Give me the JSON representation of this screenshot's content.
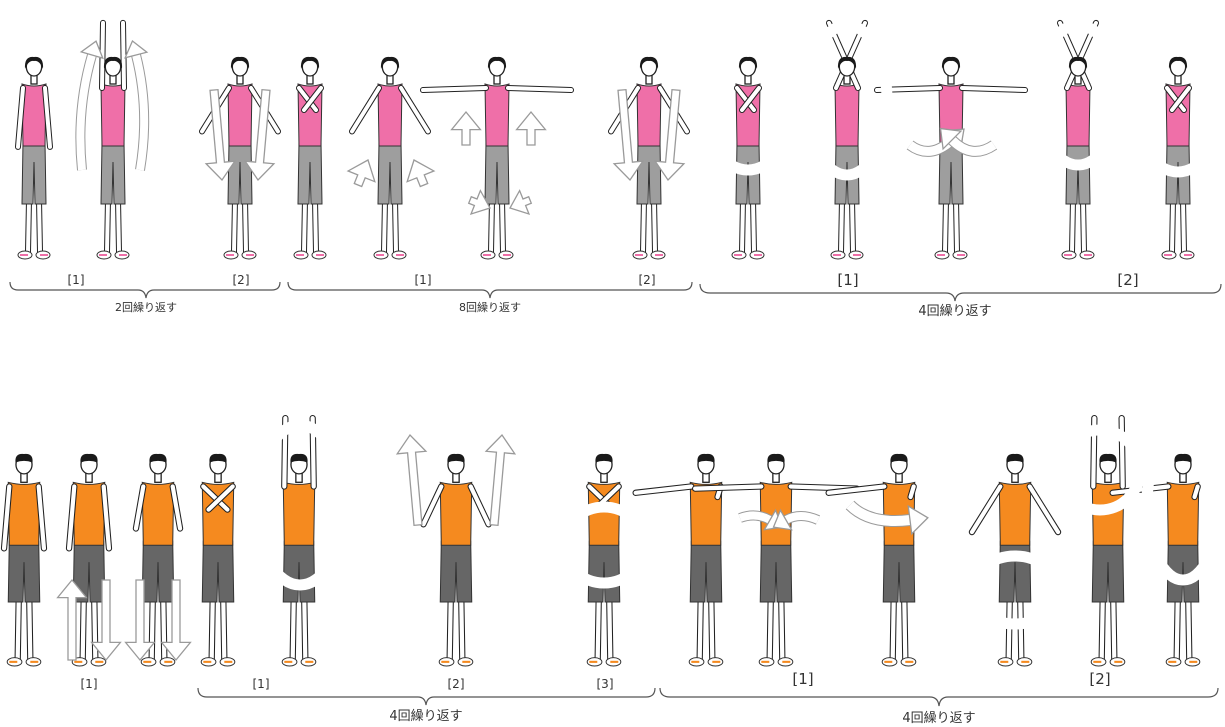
{
  "colors": {
    "top_row_shirt": "#ef6fa8",
    "bottom_row_shirt": "#f58a1f",
    "shorts_female": "#9e9e9e",
    "shorts_male": "#666666",
    "arrow_fill": "#ffffff",
    "arrow_stroke": "#9a9a9a"
  },
  "top_row": {
    "groups": [
      {
        "steps": [
          "[1]",
          "[2]"
        ],
        "repeat": "2回繰り返す"
      },
      {
        "steps": [
          "[1]",
          "[2]"
        ],
        "repeat": "8回繰り返す"
      },
      {
        "steps": [
          "[1]",
          "[2]"
        ],
        "repeat": "4回繰り返す"
      }
    ]
  },
  "bottom_row": {
    "groups": [
      {
        "steps": [
          "[1]"
        ],
        "repeat": ""
      },
      {
        "steps": [
          "[1]",
          "[2]",
          "[3]"
        ],
        "repeat": "4回繰り返す"
      },
      {
        "steps": [
          "[1]",
          "[2]"
        ],
        "repeat": "4回繰り返す"
      }
    ]
  }
}
